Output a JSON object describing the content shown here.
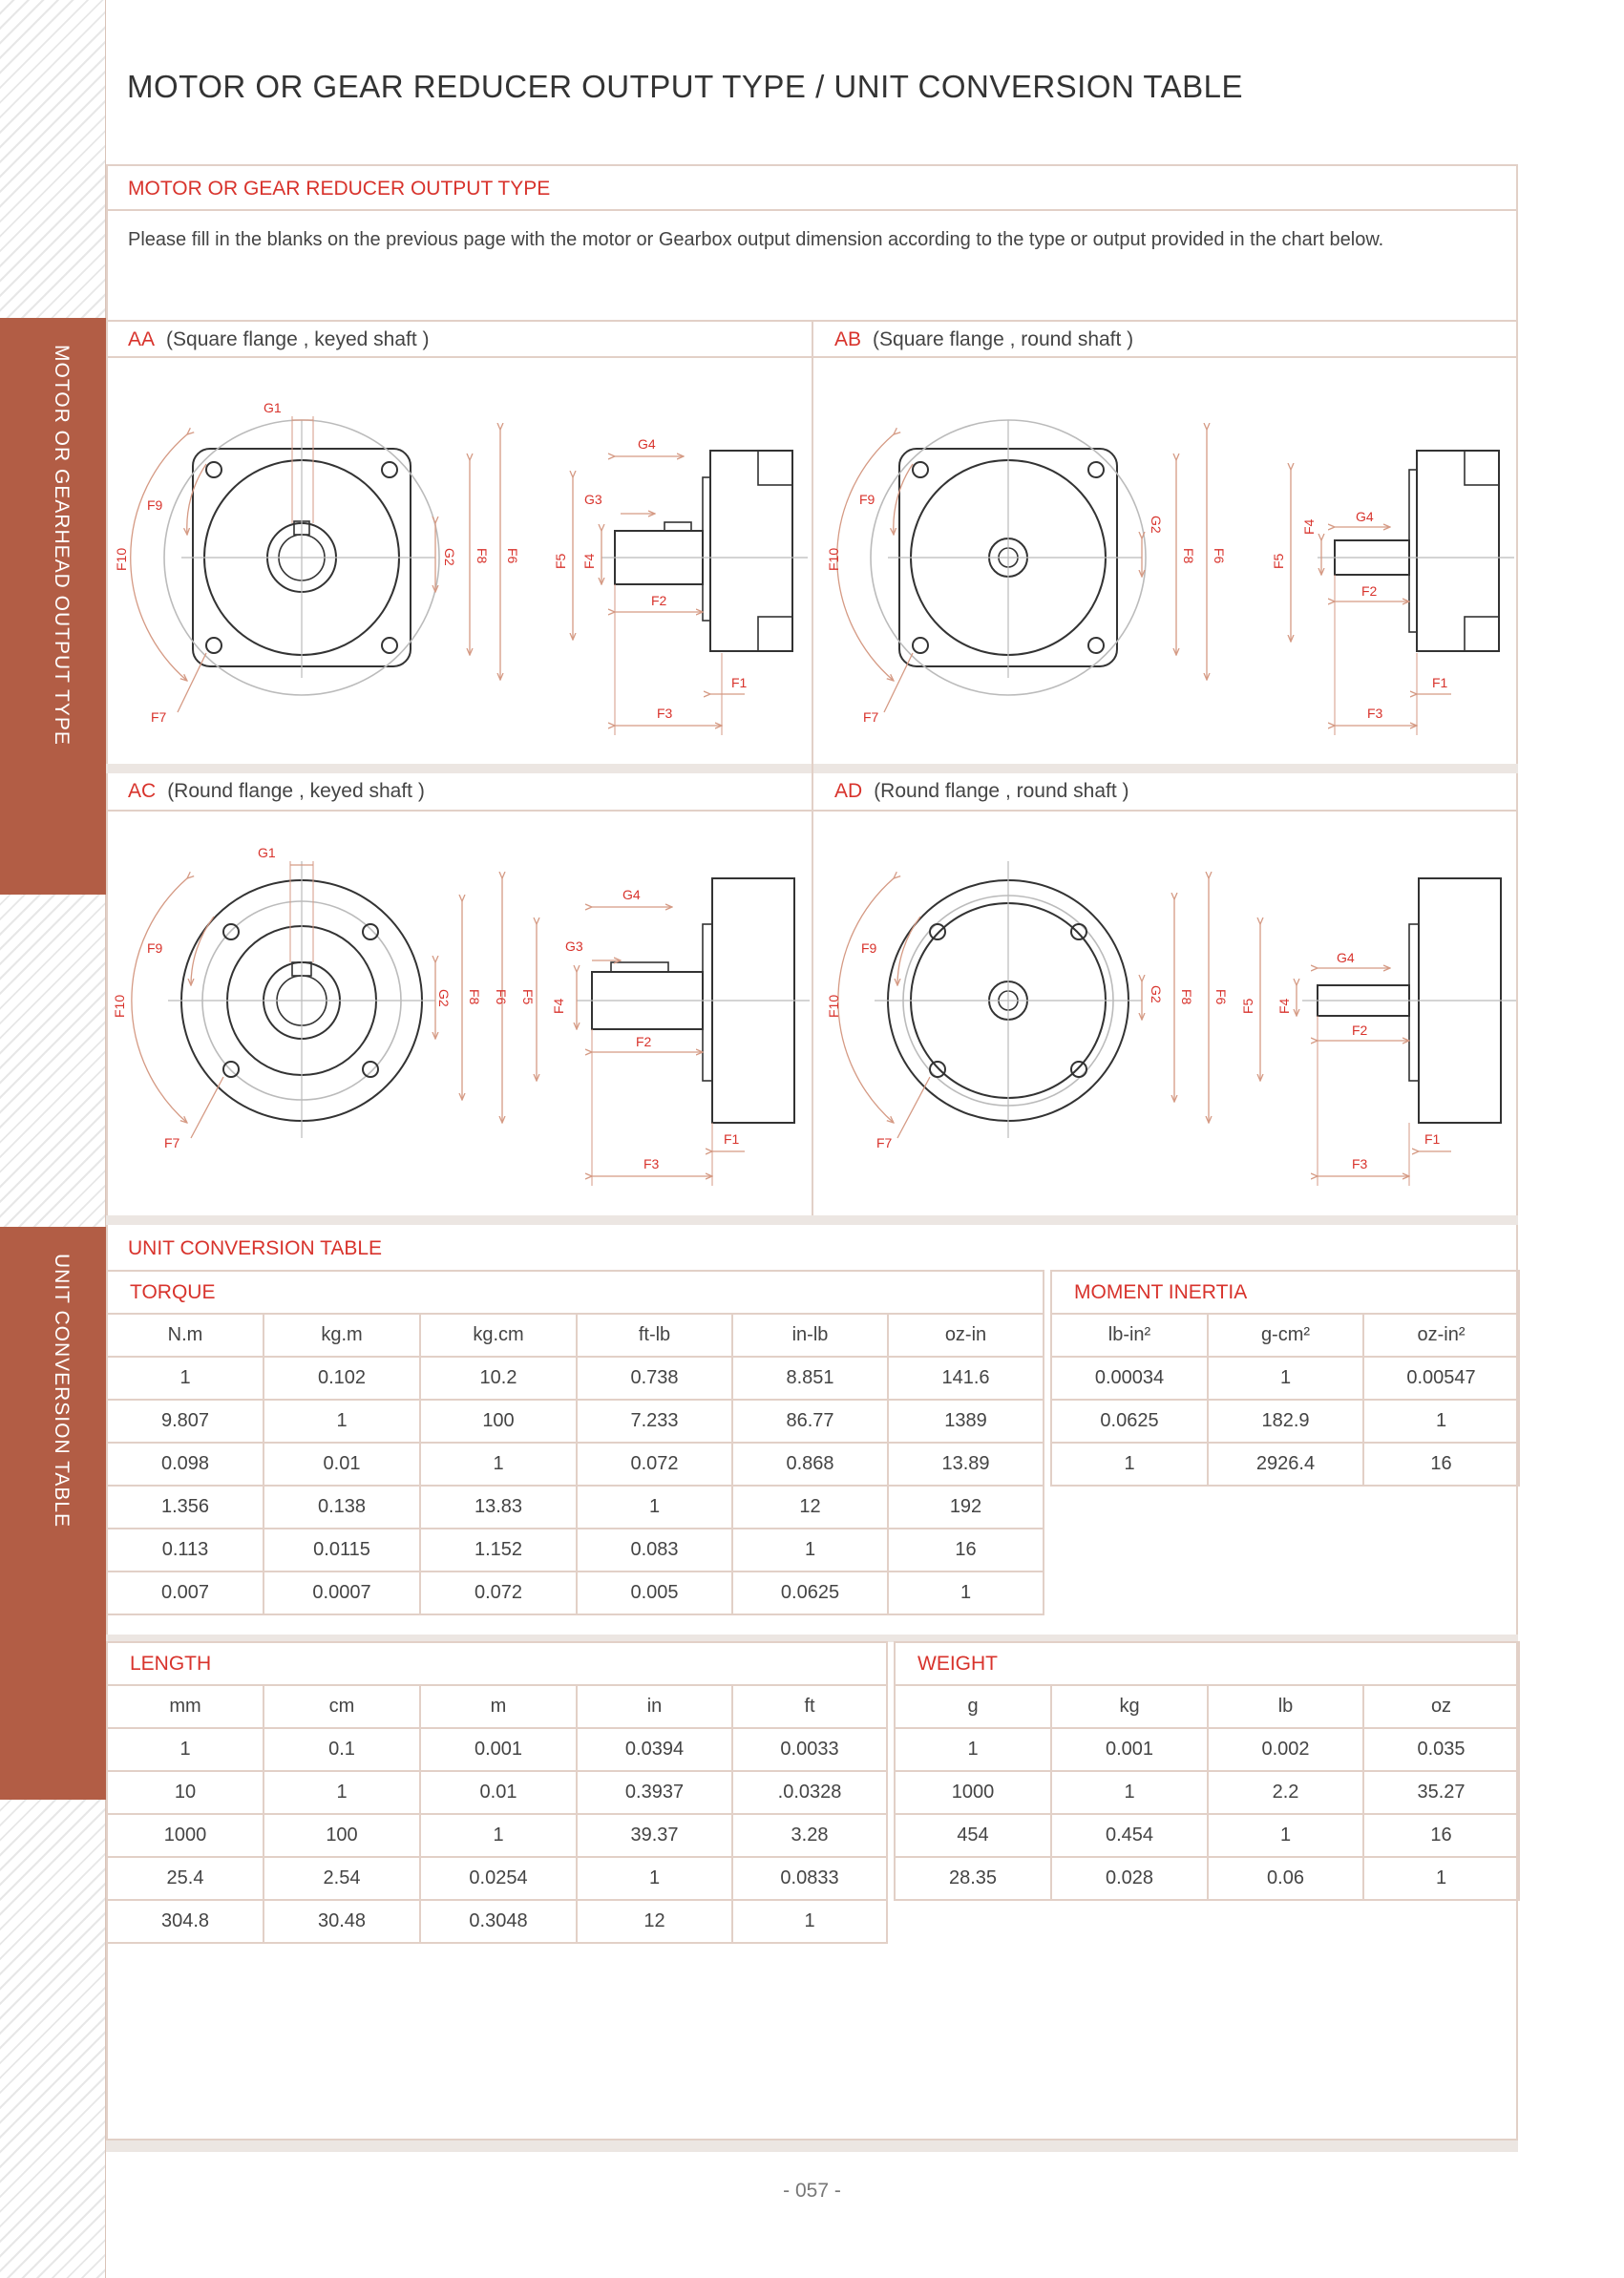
{
  "page": {
    "title": "MOTOR OR GEAR REDUCER OUTPUT TYPE / UNIT CONVERSION TABLE",
    "page_number": "- 057 -"
  },
  "side_tabs": [
    "MOTOR OR GEARHEAD OUTPUT TYPE",
    "UNIT CONVERSION TABLE"
  ],
  "output_type": {
    "heading": "MOTOR OR GEAR REDUCER OUTPUT TYPE",
    "intro": "Please fill in the blanks on the previous page with the motor or Gearbox output dimension according to the type or output provided in the chart below.",
    "types": [
      {
        "code": "AA",
        "desc": "(Square flange , keyed shaft )"
      },
      {
        "code": "AB",
        "desc": "(Square flange , round shaft )"
      },
      {
        "code": "AC",
        "desc": "(Round flange , keyed shaft )"
      },
      {
        "code": "AD",
        "desc": "(Round flange , round shaft )"
      }
    ],
    "labels": {
      "G1": "G1",
      "G2": "G2",
      "G3": "G3",
      "G4": "G4",
      "F1": "F1",
      "F2": "F2",
      "F3": "F3",
      "F4": "F4",
      "F5": "F5",
      "F6": "F6",
      "F7": "F7",
      "F8": "F8",
      "F9": "F9",
      "F10": "F10"
    }
  },
  "conversion": {
    "heading": "UNIT CONVERSION TABLE",
    "torque": {
      "title": "TORQUE",
      "headers": [
        "N.m",
        "kg.m",
        "kg.cm",
        "ft-lb",
        "in-lb",
        "oz-in"
      ],
      "rows": [
        [
          "1",
          "0.102",
          "10.2",
          "0.738",
          "8.851",
          "141.6"
        ],
        [
          "9.807",
          "1",
          "100",
          "7.233",
          "86.77",
          "1389"
        ],
        [
          "0.098",
          "0.01",
          "1",
          "0.072",
          "0.868",
          "13.89"
        ],
        [
          "1.356",
          "0.138",
          "13.83",
          "1",
          "12",
          "192"
        ],
        [
          "0.113",
          "0.0115",
          "1.152",
          "0.083",
          "1",
          "16"
        ],
        [
          "0.007",
          "0.0007",
          "0.072",
          "0.005",
          "0.0625",
          "1"
        ]
      ]
    },
    "inertia": {
      "title": "MOMENT INERTIA",
      "headers": [
        "lb-in²",
        "g-cm²",
        "oz-in²"
      ],
      "rows": [
        [
          "0.00034",
          "1",
          "0.00547"
        ],
        [
          "0.0625",
          "182.9",
          "1"
        ],
        [
          "1",
          "2926.4",
          "16"
        ]
      ]
    },
    "length": {
      "title": "LENGTH",
      "headers": [
        "mm",
        "cm",
        "m",
        "in",
        "ft"
      ],
      "rows": [
        [
          "1",
          "0.1",
          "0.001",
          "0.0394",
          "0.0033"
        ],
        [
          "10",
          "1",
          "0.01",
          "0.3937",
          ".0.0328"
        ],
        [
          "1000",
          "100",
          "1",
          "39.37",
          "3.28"
        ],
        [
          "25.4",
          "2.54",
          "0.0254",
          "1",
          "0.0833"
        ],
        [
          "304.8",
          "30.48",
          "0.3048",
          "12",
          "1"
        ]
      ]
    },
    "weight": {
      "title": "WEIGHT",
      "headers": [
        "g",
        "kg",
        "lb",
        "oz"
      ],
      "rows": [
        [
          "1",
          "0.001",
          "0.002",
          "0.035"
        ],
        [
          "1000",
          "1",
          "2.2",
          "35.27"
        ],
        [
          "454",
          "0.454",
          "1",
          "16"
        ],
        [
          "28.35",
          "0.028",
          "0.06",
          "1"
        ]
      ]
    }
  }
}
